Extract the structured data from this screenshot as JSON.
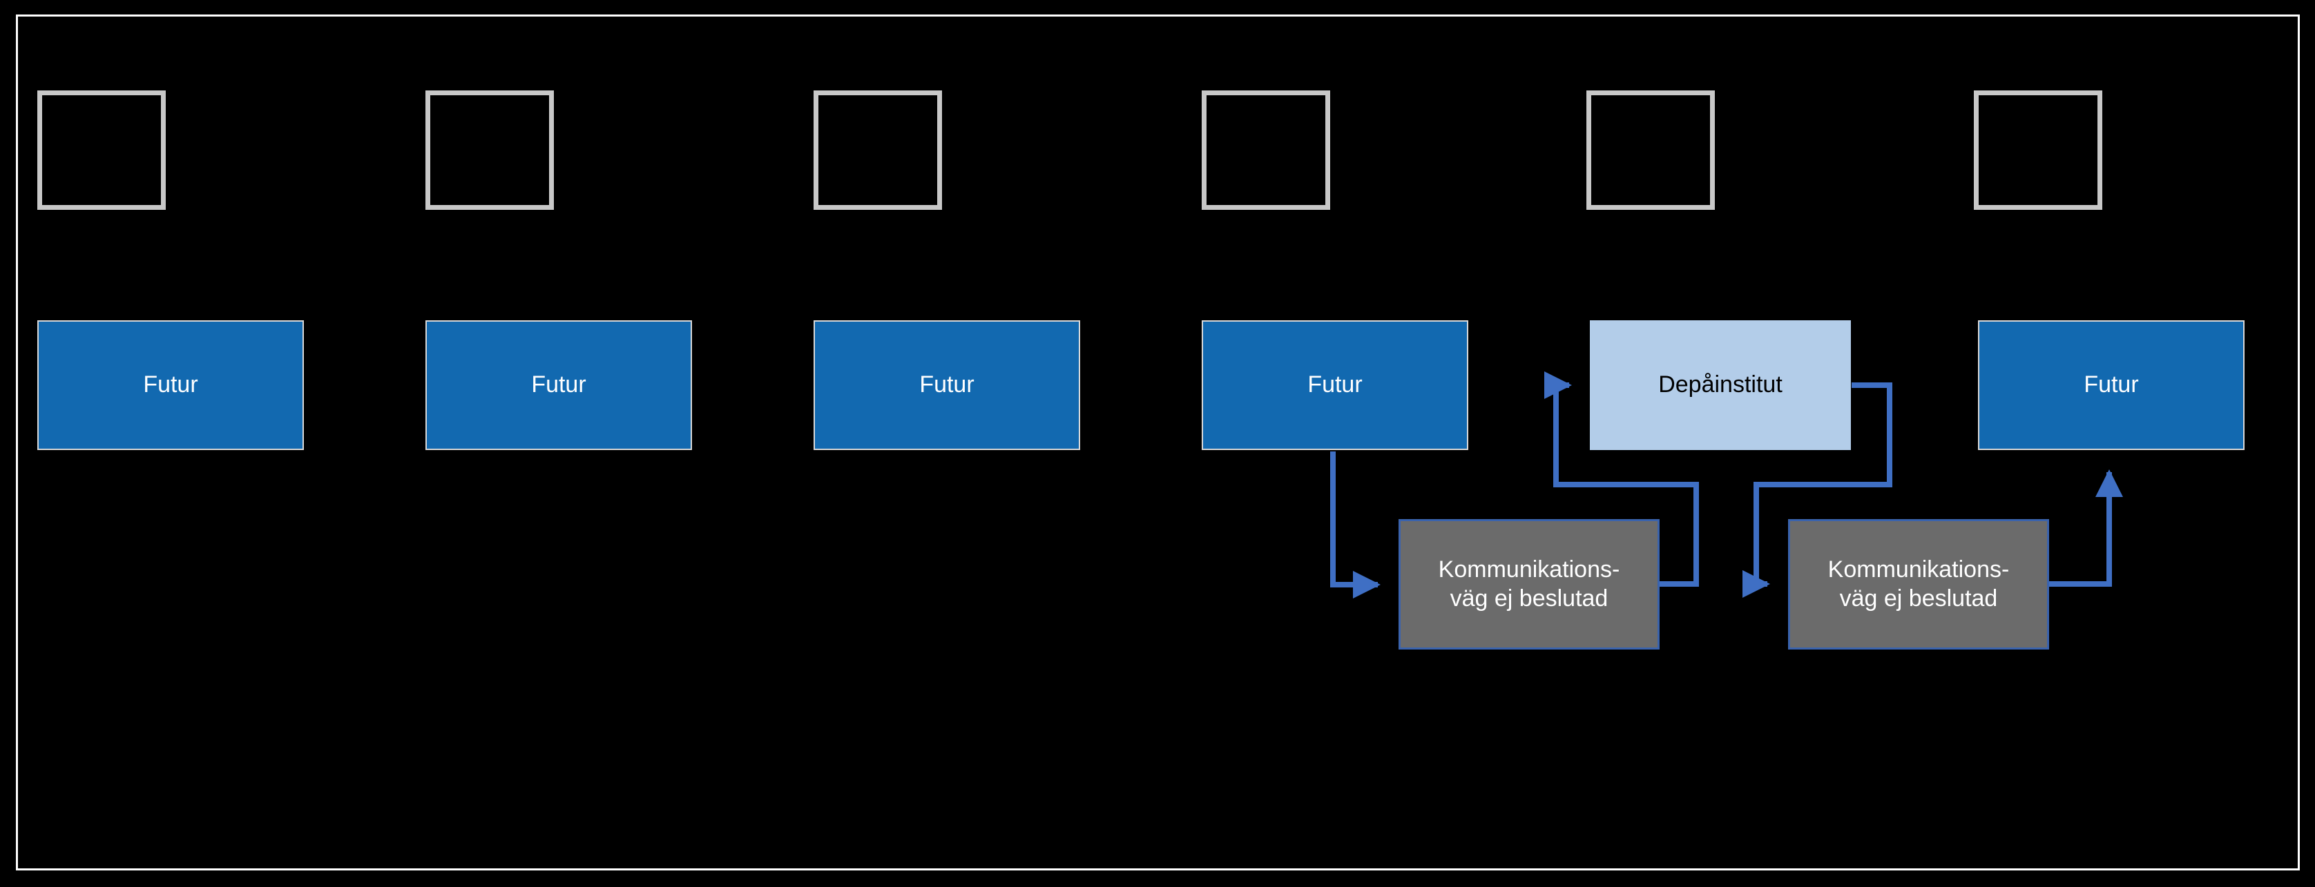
{
  "diagram": {
    "type": "flow-diagram",
    "title": "",
    "background_color": "#000000",
    "frame_border_color": "#FFFFFF",
    "colors": {
      "futur_fill": "#1269B0",
      "futur_text": "#FFFFFF",
      "depa_fill": "#B3CDE9",
      "depa_text": "#000000",
      "komm_fill": "#6B6B6B",
      "komm_text": "#FFFFFF",
      "komm_border": "#3A63AD",
      "connector": "#3F6FC4",
      "placeholder_border": "#C8C8C8"
    },
    "columns": 6,
    "placeholders": [
      {
        "id": "placeholder-1",
        "label": ""
      },
      {
        "id": "placeholder-2",
        "label": ""
      },
      {
        "id": "placeholder-3",
        "label": ""
      },
      {
        "id": "placeholder-4",
        "label": ""
      },
      {
        "id": "placeholder-5",
        "label": ""
      },
      {
        "id": "placeholder-6",
        "label": ""
      }
    ],
    "nodes": [
      {
        "id": "futur-1",
        "label": "Futur",
        "kind": "futur",
        "column": 1
      },
      {
        "id": "futur-2",
        "label": "Futur",
        "kind": "futur",
        "column": 2
      },
      {
        "id": "futur-3",
        "label": "Futur",
        "kind": "futur",
        "column": 3
      },
      {
        "id": "futur-4",
        "label": "Futur",
        "kind": "futur",
        "column": 4
      },
      {
        "id": "depainstitut",
        "label": "Depåinstitut",
        "kind": "depa",
        "column": 5
      },
      {
        "id": "futur-5",
        "label": "Futur",
        "kind": "futur",
        "column": 6
      },
      {
        "id": "komm-1",
        "label": "Kommunikations-\nväg ej beslutad",
        "kind": "komm",
        "column": "4-5"
      },
      {
        "id": "komm-2",
        "label": "Kommunikations-\nväg ej beslutad",
        "kind": "komm",
        "column": "5-6"
      }
    ],
    "connectors": [
      {
        "id": "conn-futur4-to-komm1",
        "from": "futur-4",
        "to": "komm-1",
        "arrowhead": "end"
      },
      {
        "id": "conn-komm1-to-depainstitut",
        "from": "komm-1",
        "to": "depainstitut",
        "arrowhead": "end"
      },
      {
        "id": "conn-depainstitut-to-komm2",
        "from": "depainstitut",
        "to": "komm-2",
        "arrowhead": "end"
      },
      {
        "id": "conn-komm2-to-futur5",
        "from": "komm-2",
        "to": "futur-5",
        "arrowhead": "end"
      }
    ]
  }
}
